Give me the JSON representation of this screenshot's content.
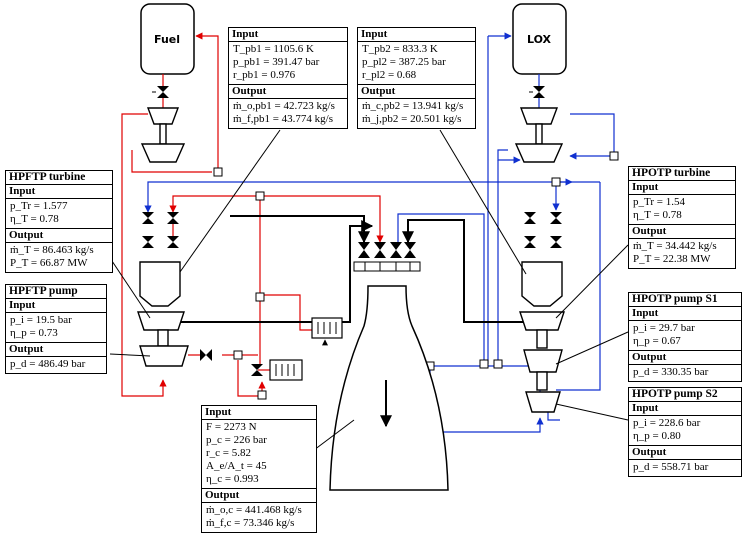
{
  "tanks": {
    "fuel": "Fuel",
    "lox": "LOX"
  },
  "preburner1": {
    "input_label": "Input",
    "inputs": [
      "T_pb1 = 1105.6 K",
      "p_pb1 = 391.47 bar",
      "r_pb1 = 0.976"
    ],
    "output_label": "Output",
    "outputs": [
      "ṁ_o,pb1 = 42.723 kg/s",
      "ṁ_f,pb1 = 43.774 kg/s"
    ]
  },
  "preburner2": {
    "input_label": "Input",
    "inputs": [
      "T_pb2 = 833.3 K",
      "p_pl2 = 387.25 bar",
      "r_pl2 = 0.68"
    ],
    "output_label": "Output",
    "outputs": [
      "ṁ_c,pb2 = 13.941 kg/s",
      "ṁ_j,pb2 = 20.501 kg/s"
    ]
  },
  "hpftp_turbine": {
    "title": "HPFTP turbine",
    "input_label": "Input",
    "inputs": [
      "p_Tr = 1.577",
      "η_T = 0.78"
    ],
    "output_label": "Output",
    "outputs": [
      "ṁ_T = 86.463 kg/s",
      "P_T = 66.87 MW"
    ]
  },
  "hpftp_pump": {
    "title": "HPFTP pump",
    "input_label": "Input",
    "inputs": [
      "p_i = 19.5 bar",
      "η_p = 0.73"
    ],
    "output_label": "Output",
    "outputs": [
      "p_d = 486.49 bar"
    ]
  },
  "hpotp_turbine": {
    "title": "HPOTP turbine",
    "input_label": "Input",
    "inputs": [
      "p_Tr = 1.54",
      "η_T = 0.78"
    ],
    "output_label": "Output",
    "outputs": [
      "ṁ_T = 34.442 kg/s",
      "P_T = 22.38 MW"
    ]
  },
  "hpotp_pump_s1": {
    "title": "HPOTP pump S1",
    "input_label": "Input",
    "inputs": [
      "p_i = 29.7 bar",
      "η_p = 0.67"
    ],
    "output_label": "Output",
    "outputs": [
      "p_d = 330.35 bar"
    ]
  },
  "hpotp_pump_s2": {
    "title": "HPOTP pump S2",
    "input_label": "Input",
    "inputs": [
      "p_i = 228.6 bar",
      "η_p = 0.80"
    ],
    "output_label": "Output",
    "outputs": [
      "p_d = 558.71 bar"
    ]
  },
  "chamber": {
    "input_label": "Input",
    "inputs": [
      "F = 2273 N",
      "p_c = 226 bar",
      "r_c = 5.82",
      "A_e/A_t = 45",
      "η_c = 0.993"
    ],
    "output_label": "Output",
    "outputs": [
      "ṁ_o,c = 441.468 kg/s",
      "ṁ_f,c = 73.346 kg/s"
    ]
  },
  "colors": {
    "fuel_line": "#e00000",
    "ox_line": "#1030d0",
    "hot_gas": "#000000"
  }
}
